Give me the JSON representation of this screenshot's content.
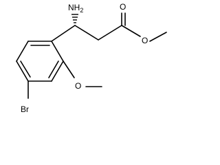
{
  "molecule": {
    "labels": {
      "amine": "NH",
      "amine_subscript": "2",
      "carbonyl_oxygen": "O",
      "ester_oxygen": "O",
      "ether_oxygen": "O",
      "bromine": "Br"
    }
  }
}
